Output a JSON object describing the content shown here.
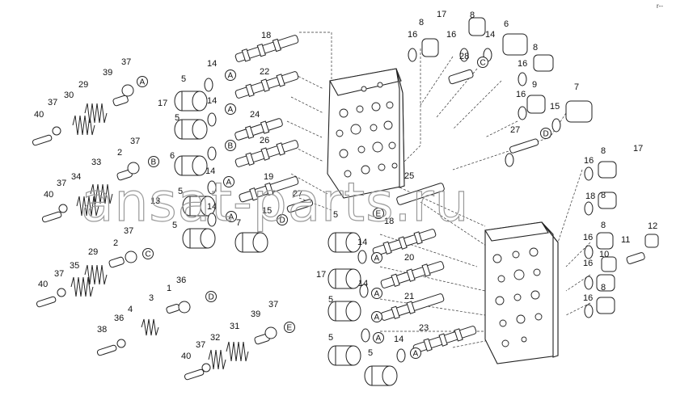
{
  "corner_mark": "r--",
  "watermark": "ansat-parts.ru",
  "callouts": [
    {
      "label": "18"
    },
    {
      "label": "17"
    },
    {
      "label": "8"
    },
    {
      "label": "16"
    },
    {
      "label": "8"
    },
    {
      "label": "16"
    },
    {
      "label": "14"
    },
    {
      "label": "6"
    },
    {
      "label": "8"
    },
    {
      "label": "37"
    },
    {
      "label": "14"
    },
    {
      "label": "5"
    },
    {
      "label": "22"
    },
    {
      "label": "28"
    },
    {
      "label": "16"
    },
    {
      "label": "9"
    },
    {
      "label": "39"
    },
    {
      "label": "29"
    },
    {
      "label": "30"
    },
    {
      "label": "37"
    },
    {
      "label": "17"
    },
    {
      "label": "14"
    },
    {
      "label": "5"
    },
    {
      "label": "7"
    },
    {
      "label": "40"
    },
    {
      "label": "24"
    },
    {
      "label": "16"
    },
    {
      "label": "15"
    },
    {
      "label": "27"
    },
    {
      "label": "37"
    },
    {
      "label": "26"
    },
    {
      "label": "2"
    },
    {
      "label": "6"
    },
    {
      "label": "33"
    },
    {
      "label": "14"
    },
    {
      "label": "16"
    },
    {
      "label": "8"
    },
    {
      "label": "17"
    },
    {
      "label": "37"
    },
    {
      "label": "34"
    },
    {
      "label": "19"
    },
    {
      "label": "25"
    },
    {
      "label": "40"
    },
    {
      "label": "13"
    },
    {
      "label": "5"
    },
    {
      "label": "27"
    },
    {
      "label": "18"
    },
    {
      "label": "8"
    },
    {
      "label": "14"
    },
    {
      "label": "15"
    },
    {
      "label": "5"
    },
    {
      "label": "16"
    },
    {
      "label": "8"
    },
    {
      "label": "12"
    },
    {
      "label": "37"
    },
    {
      "label": "2"
    },
    {
      "label": "7"
    },
    {
      "label": "18"
    },
    {
      "label": "5"
    },
    {
      "label": "11"
    },
    {
      "label": "10"
    },
    {
      "label": "29"
    },
    {
      "label": "14"
    },
    {
      "label": "16"
    },
    {
      "label": "37"
    },
    {
      "label": "35"
    },
    {
      "label": "17"
    },
    {
      "label": "20"
    },
    {
      "label": "36"
    },
    {
      "label": "1"
    },
    {
      "label": "40"
    },
    {
      "label": "4"
    },
    {
      "label": "3"
    },
    {
      "label": "5"
    },
    {
      "label": "14"
    },
    {
      "label": "16"
    },
    {
      "label": "8"
    },
    {
      "label": "21"
    },
    {
      "label": "38"
    },
    {
      "label": "36"
    },
    {
      "label": "39"
    },
    {
      "label": "37"
    },
    {
      "label": "5"
    },
    {
      "label": "37"
    },
    {
      "label": "32"
    },
    {
      "label": "31"
    },
    {
      "label": "14"
    },
    {
      "label": "23"
    },
    {
      "label": "40"
    },
    {
      "label": "5"
    }
  ],
  "circle_markers": [
    {
      "label": "A"
    },
    {
      "label": "A"
    },
    {
      "label": "A"
    },
    {
      "label": "B"
    },
    {
      "label": "B"
    },
    {
      "label": "C"
    },
    {
      "label": "C"
    },
    {
      "label": "D"
    },
    {
      "label": "D"
    },
    {
      "label": "D"
    },
    {
      "label": "E"
    },
    {
      "label": "E"
    },
    {
      "label": "A"
    },
    {
      "label": "A"
    },
    {
      "label": "A"
    },
    {
      "label": "A"
    },
    {
      "label": "A"
    },
    {
      "label": "A"
    },
    {
      "label": "A"
    }
  ]
}
